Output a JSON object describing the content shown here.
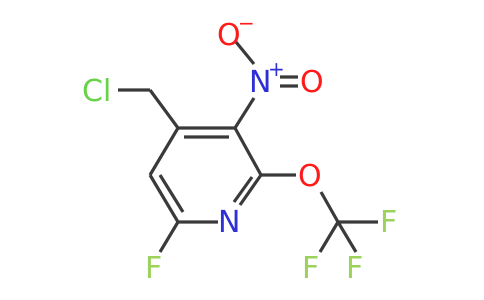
{
  "atoms": {
    "cl": {
      "text": "Cl",
      "color": "#6ad24a"
    },
    "o_minus": {
      "text": "O",
      "color": "#ff1a1a"
    },
    "o_minus_charge": {
      "text": "−",
      "color": "#ff1a1a"
    },
    "n_plus": {
      "text": "N",
      "color": "#2f2fd6"
    },
    "n_plus_charge": {
      "text": "+",
      "color": "#2f2fd6"
    },
    "o_double": {
      "text": "O",
      "color": "#ff1a1a"
    },
    "o_ether": {
      "text": "O",
      "color": "#ff1a1a"
    },
    "n_ring": {
      "text": "N",
      "color": "#2f2fd6"
    },
    "f_ring": {
      "text": "F",
      "color": "#9ad25a"
    },
    "f_cf3_top": {
      "text": "F",
      "color": "#9ad25a"
    },
    "f_cf3_left": {
      "text": "F",
      "color": "#9ad25a"
    },
    "f_cf3_right": {
      "text": "F",
      "color": "#9ad25a"
    }
  },
  "bond_color": "#3a3a3a"
}
